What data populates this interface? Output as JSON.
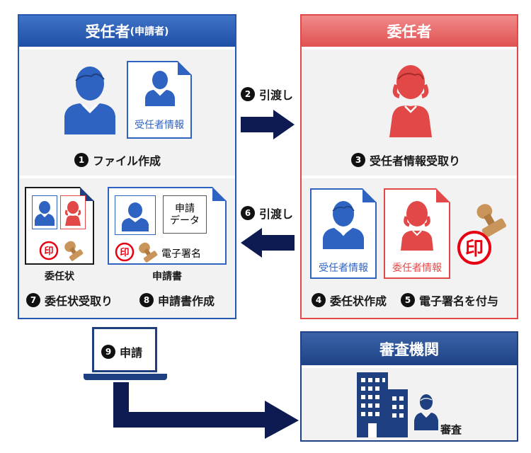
{
  "applicant": {
    "header_main": "受任者",
    "header_sub": "(申請者)",
    "doc_label": "受任者情報",
    "step1": {
      "num": "1",
      "label": "ファイル作成"
    },
    "doc_poa_caption": "委任状",
    "doc_app_caption": "申請書",
    "app_data_text": "申請\nデータ",
    "esign_text": "電子署名",
    "step7": {
      "num": "7",
      "label": "委任状受取り"
    },
    "step8": {
      "num": "8",
      "label": "申請書作成"
    }
  },
  "delegator": {
    "header": "委任者",
    "step3": {
      "num": "3",
      "label": "受任者情報受取り"
    },
    "doc1_label": "受任者情報",
    "doc2_label": "委任者情報",
    "seal_char": "印",
    "step4": {
      "num": "4",
      "label": "委任状作成"
    },
    "step5": {
      "num": "5",
      "label": "電子署名を付与"
    }
  },
  "arrows": {
    "step2": {
      "num": "2",
      "label": "引渡し"
    },
    "step6": {
      "num": "6",
      "label": "引渡し"
    }
  },
  "submission": {
    "step9": {
      "num": "9",
      "label": "申請"
    }
  },
  "review_body": {
    "header": "審査機関",
    "caption": "審査"
  },
  "colors": {
    "blue": "#2e63c2",
    "blue_border": "#2657b0",
    "red": "#e24848",
    "navy": "#0d1b52",
    "seal_red": "#e60012",
    "stamp_brown": "#c9955a"
  }
}
